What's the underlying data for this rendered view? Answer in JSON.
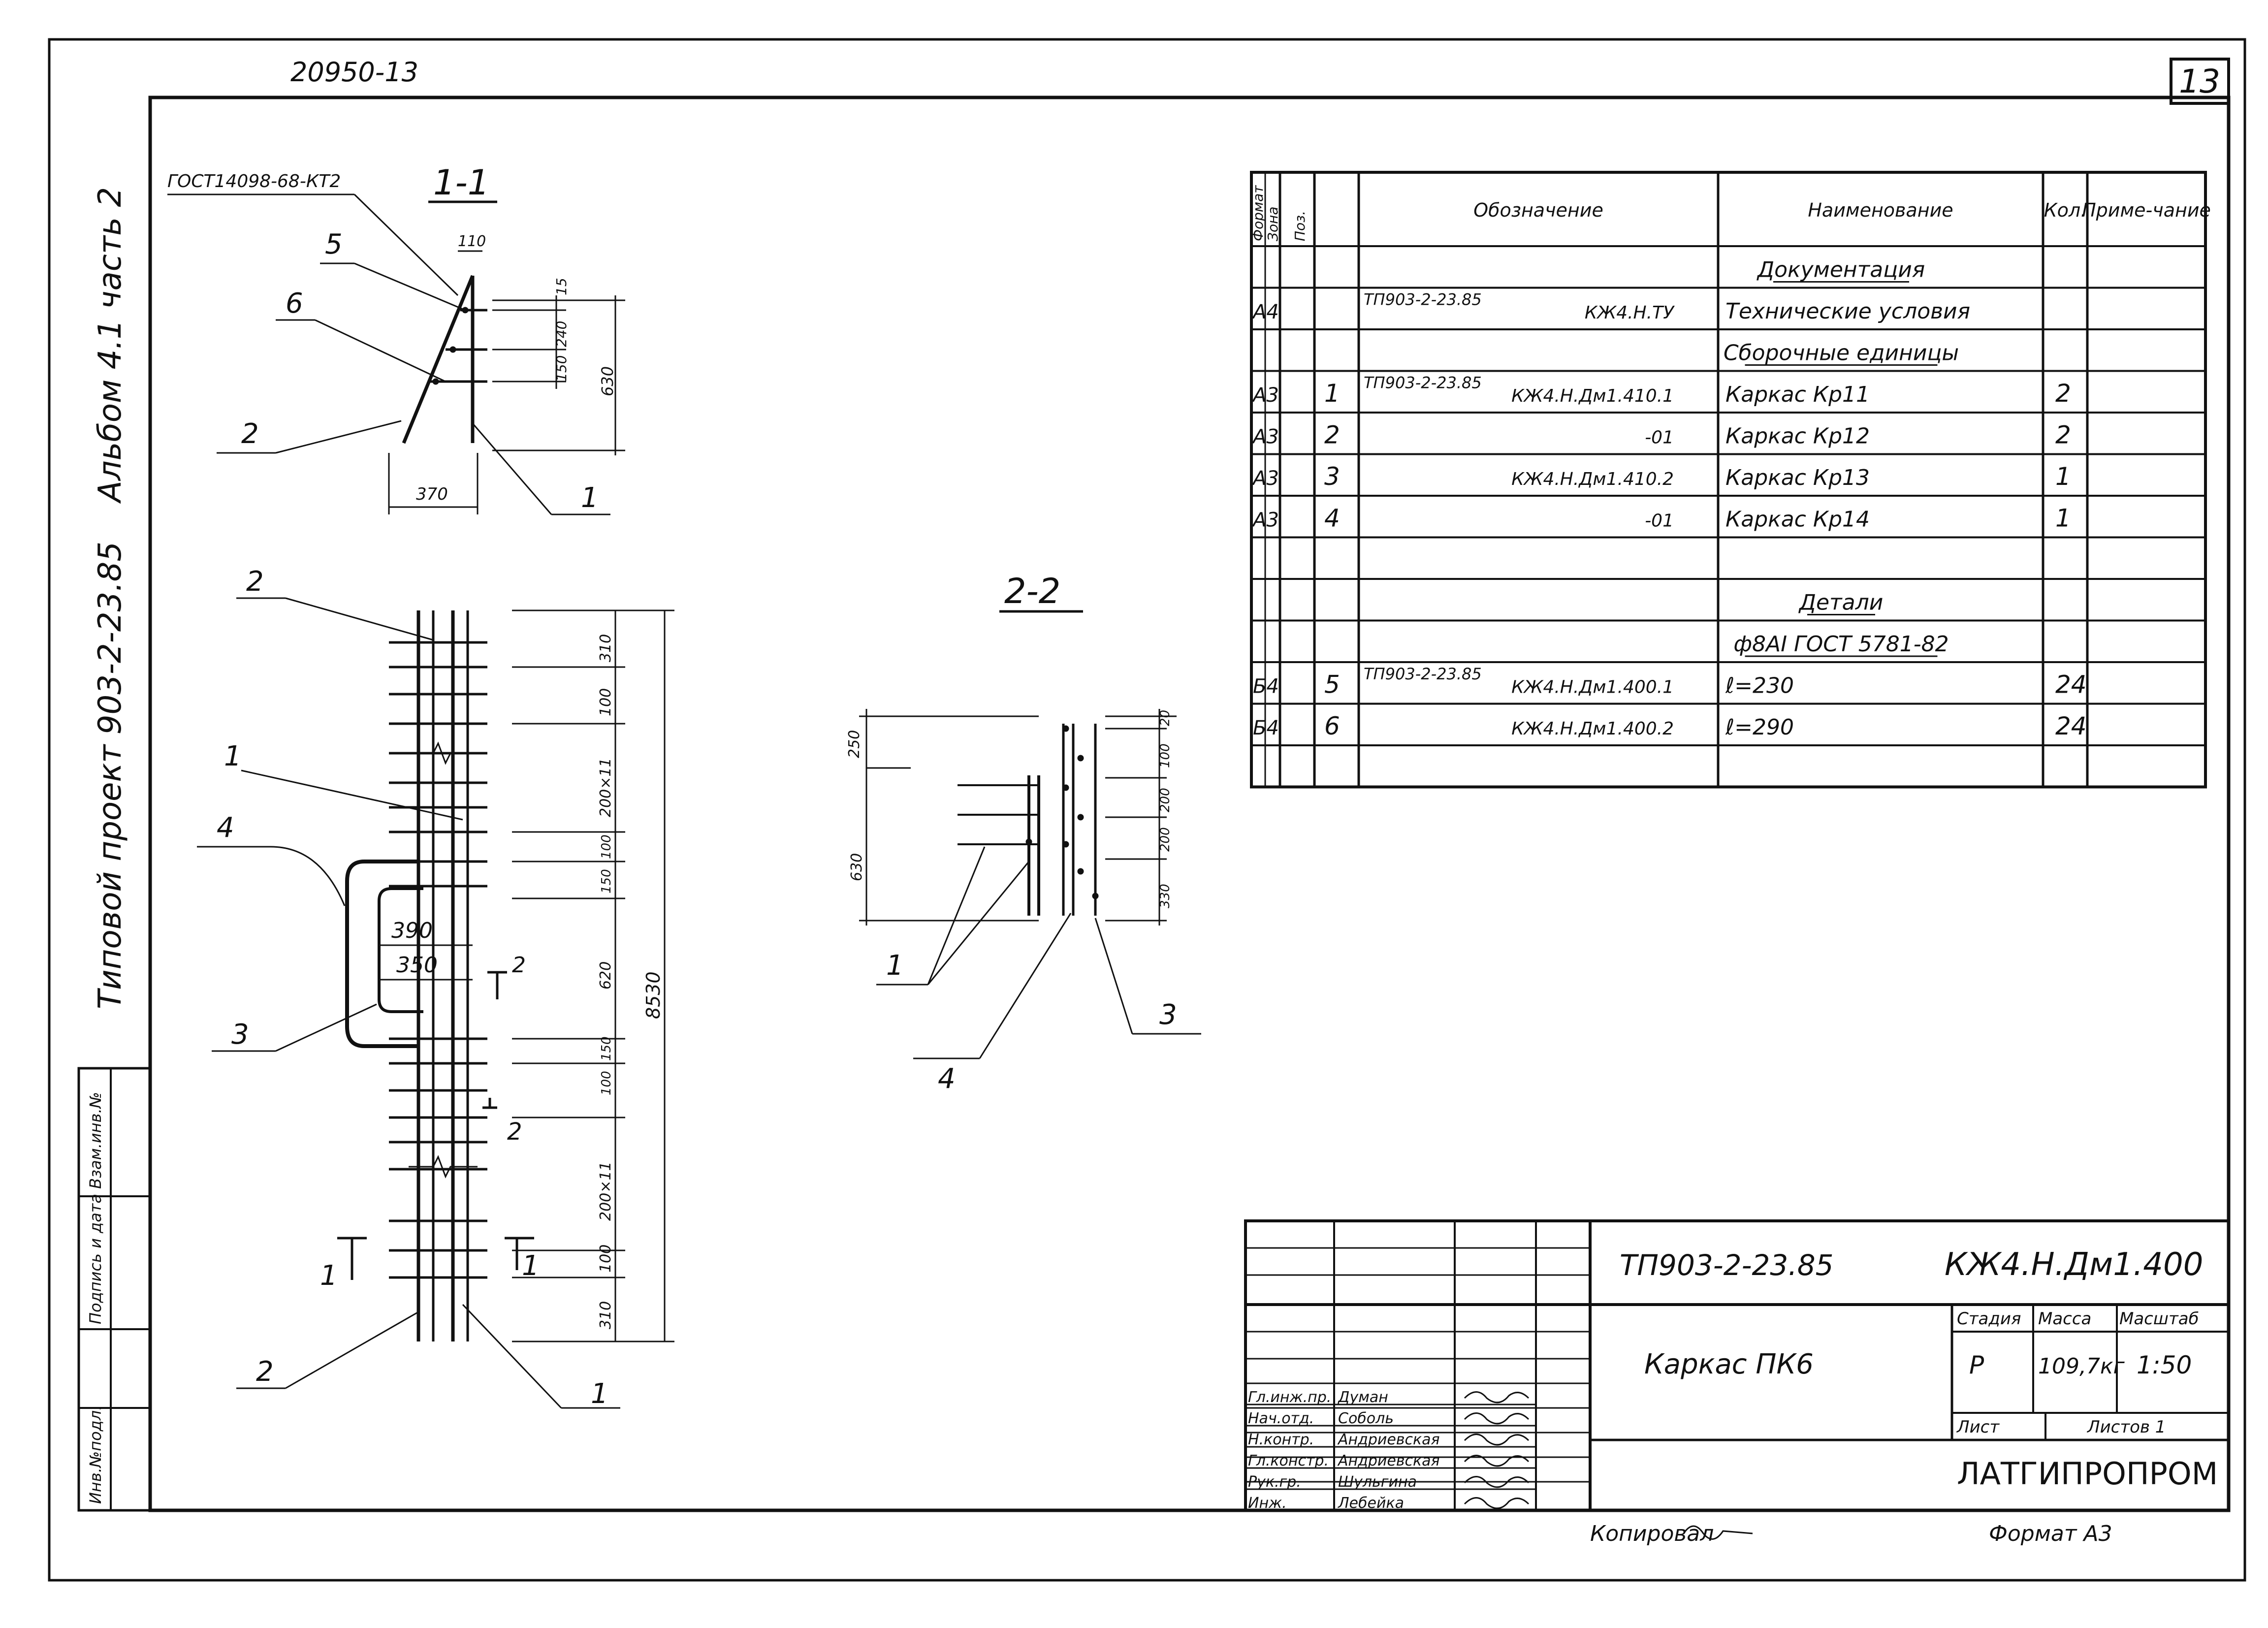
{
  "sheet": {
    "archive_number": "20950-13",
    "sheet_number": "13"
  },
  "side_title": {
    "album": "Альбом 4.1 часть 2",
    "project": "Типовой проект 903-2-23.85"
  },
  "stamp_left": [
    "Взам.инв.№",
    "Подпись и дата",
    "Инв.№подл."
  ],
  "section_1_1": {
    "title": "1-1",
    "gost_note": "ГОСТ14098-68-КТ2",
    "callouts": [
      "5",
      "6",
      "2",
      "1"
    ],
    "dims": [
      "110",
      "15",
      "240",
      "150",
      "630",
      "370"
    ]
  },
  "elevation": {
    "callouts_left": [
      "2",
      "1",
      "4",
      "3",
      "2"
    ],
    "callouts_right": [
      "1"
    ],
    "dims_inner": [
      "390",
      "350"
    ],
    "dims_right": [
      "310",
      "100",
      "200×11",
      "100",
      "150",
      "620",
      "150",
      "100",
      "200×11",
      "100",
      "310"
    ],
    "dim_total": "8530",
    "cut_marks": [
      "2",
      "2",
      "1",
      "1"
    ]
  },
  "section_2_2": {
    "title": "2-2",
    "dims_left": [
      "250",
      "630"
    ],
    "dims_right": [
      "20",
      "100",
      "200",
      "200",
      "330"
    ],
    "callouts": [
      "1",
      "4",
      "3"
    ]
  },
  "spec_table": {
    "headers": [
      "Формат",
      "Зона",
      "Поз.",
      "Обозначение",
      "Наименование",
      "Кол.",
      "Приме-чание"
    ],
    "rows": [
      {
        "fmt": "",
        "zone": "",
        "pos": "",
        "code1": "",
        "code2": "",
        "name": "Документация",
        "qty": "",
        "note": "",
        "underline": true
      },
      {
        "fmt": "А4",
        "zone": "",
        "pos": "",
        "code1": "ТП903-2-23.85",
        "code2": "КЖ4.Н.ТУ",
        "name": "Технические условия",
        "qty": "",
        "note": "",
        "underline": false
      },
      {
        "fmt": "",
        "zone": "",
        "pos": "",
        "code1": "",
        "code2": "",
        "name": "Сборочные единицы",
        "qty": "",
        "note": "",
        "underline": true
      },
      {
        "fmt": "А3",
        "zone": "",
        "pos": "1",
        "code1": "ТП903-2-23.85",
        "code2": "КЖ4.Н.Дм1.410.1",
        "name": "Каркас Кр11",
        "qty": "2",
        "note": "",
        "underline": false
      },
      {
        "fmt": "А3",
        "zone": "",
        "pos": "2",
        "code1": "",
        "code2": "-01",
        "name": "Каркас Кр12",
        "qty": "2",
        "note": "",
        "underline": false
      },
      {
        "fmt": "А3",
        "zone": "",
        "pos": "3",
        "code1": "",
        "code2": "КЖ4.Н.Дм1.410.2",
        "name": "Каркас Кр13",
        "qty": "1",
        "note": "",
        "underline": false
      },
      {
        "fmt": "А3",
        "zone": "",
        "pos": "4",
        "code1": "",
        "code2": "-01",
        "name": "Каркас Кр14",
        "qty": "1",
        "note": "",
        "underline": false
      },
      {
        "fmt": "",
        "zone": "",
        "pos": "",
        "code1": "",
        "code2": "",
        "name": "",
        "qty": "",
        "note": "",
        "underline": false
      },
      {
        "fmt": "",
        "zone": "",
        "pos": "",
        "code1": "",
        "code2": "",
        "name": "Детали",
        "qty": "",
        "note": "",
        "underline": true
      },
      {
        "fmt": "",
        "zone": "",
        "pos": "",
        "code1": "",
        "code2": "",
        "name": "ф8АI ГОСТ 5781-82",
        "qty": "",
        "note": "",
        "underline": true
      },
      {
        "fmt": "Б4",
        "zone": "",
        "pos": "5",
        "code1": "ТП903-2-23.85",
        "code2": "КЖ4.Н.Дм1.400.1",
        "name": "ℓ=230",
        "qty": "24",
        "note": "",
        "underline": false
      },
      {
        "fmt": "Б4",
        "zone": "",
        "pos": "6",
        "code1": "",
        "code2": "КЖ4.Н.Дм1.400.2",
        "name": "ℓ=290",
        "qty": "24",
        "note": "",
        "underline": false
      },
      {
        "fmt": "",
        "zone": "",
        "pos": "",
        "code1": "",
        "code2": "",
        "name": "",
        "qty": "",
        "note": "",
        "underline": false
      }
    ]
  },
  "title_block": {
    "project_code": "ТП903-2-23.85",
    "drawing_code": "КЖ4.Н.Дм1.400",
    "item_name": "Каркас ПК6",
    "stage_label": "Стадия",
    "mass_label": "Масса",
    "scale_label": "Масштаб",
    "stage": "Р",
    "mass": "109,7кг",
    "scale": "1:50",
    "sheet_label": "Лист",
    "sheets_label": "Листов 1",
    "organization": "ЛАТГИПРОПРОМ",
    "people": [
      {
        "role": "Гл.инж.пр.",
        "name": "Думан"
      },
      {
        "role": "Нач.отд.",
        "name": "Соболь"
      },
      {
        "role": "Н.контр.",
        "name": "Андриевская"
      },
      {
        "role": "Гл.констр.",
        "name": "Андриевская"
      },
      {
        "role": "Рук.гр.",
        "name": "Шульгина"
      },
      {
        "role": "Инж.",
        "name": "Лебейка"
      }
    ]
  },
  "footer": {
    "copied_by": "Копировал",
    "format": "Формат А3"
  }
}
